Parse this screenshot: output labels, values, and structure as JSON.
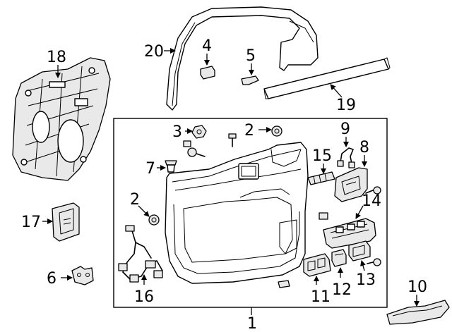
{
  "diagram": {
    "background": "#ffffff",
    "line_color": "#000000",
    "callouts": [
      {
        "id": "c1",
        "label": "1"
      },
      {
        "id": "c2a",
        "label": "2"
      },
      {
        "id": "c2b",
        "label": "2"
      },
      {
        "id": "c3",
        "label": "3"
      },
      {
        "id": "c4",
        "label": "4"
      },
      {
        "id": "c5",
        "label": "5"
      },
      {
        "id": "c6",
        "label": "6"
      },
      {
        "id": "c7",
        "label": "7"
      },
      {
        "id": "c8",
        "label": "8"
      },
      {
        "id": "c9",
        "label": "9"
      },
      {
        "id": "c10",
        "label": "10"
      },
      {
        "id": "c11",
        "label": "11"
      },
      {
        "id": "c12",
        "label": "12"
      },
      {
        "id": "c13",
        "label": "13"
      },
      {
        "id": "c14",
        "label": "14"
      },
      {
        "id": "c15",
        "label": "15"
      },
      {
        "id": "c16",
        "label": "16"
      },
      {
        "id": "c17",
        "label": "17"
      },
      {
        "id": "c18",
        "label": "18"
      },
      {
        "id": "c19",
        "label": "19"
      },
      {
        "id": "c20",
        "label": "20"
      }
    ]
  }
}
